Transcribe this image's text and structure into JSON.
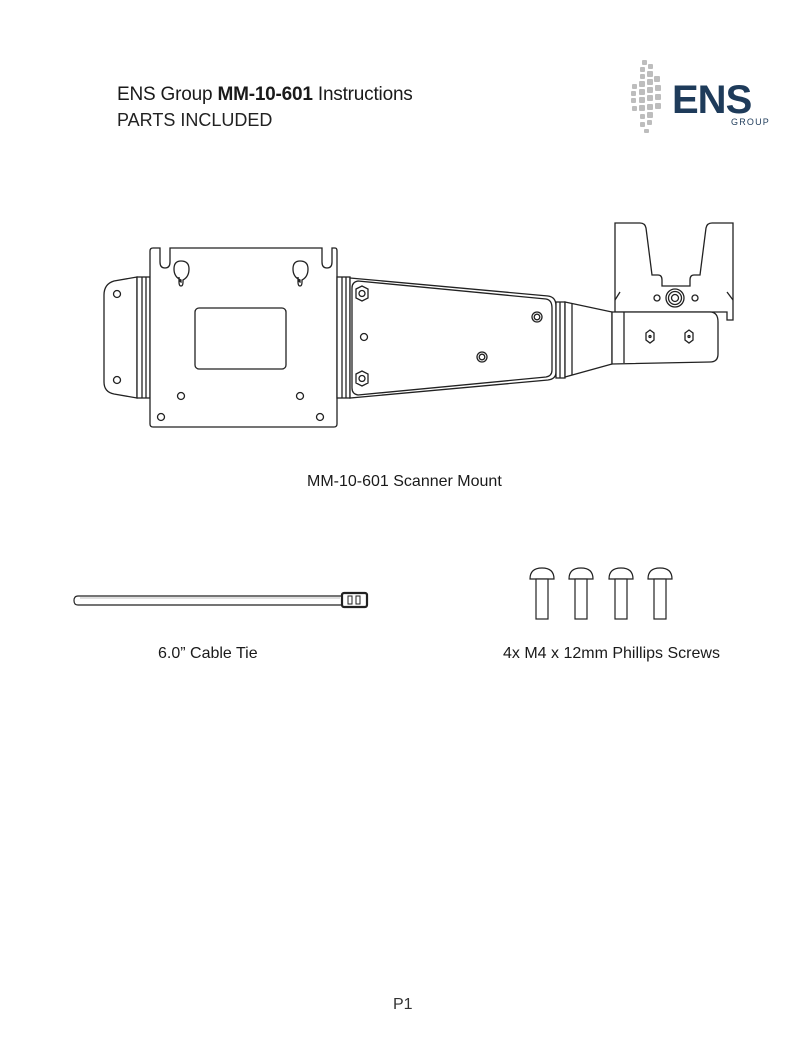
{
  "header": {
    "title_prefix": "ENS Group ",
    "title_model": "MM-10-601",
    "title_suffix": " Instructions",
    "subtitle": "PARTS INCLUDED"
  },
  "logo": {
    "wordmark": "ENS",
    "tagline": "GROUP",
    "wordmark_color": "#1e3b5a",
    "mark_color": "#b8b8b8",
    "icon": "globe-grid-icon"
  },
  "parts": [
    {
      "id": "scanner-mount",
      "caption": "MM-10-601 Scanner Mount",
      "icon": "scanner-mount-drawing"
    },
    {
      "id": "cable-tie",
      "caption": "6.0” Cable Tie",
      "icon": "cable-tie-drawing"
    },
    {
      "id": "screws",
      "caption": "4x M4 x 12mm Phillips Screws",
      "icon": "screw-drawing",
      "quantity": 4
    }
  ],
  "footer": {
    "page_label": "P1"
  }
}
